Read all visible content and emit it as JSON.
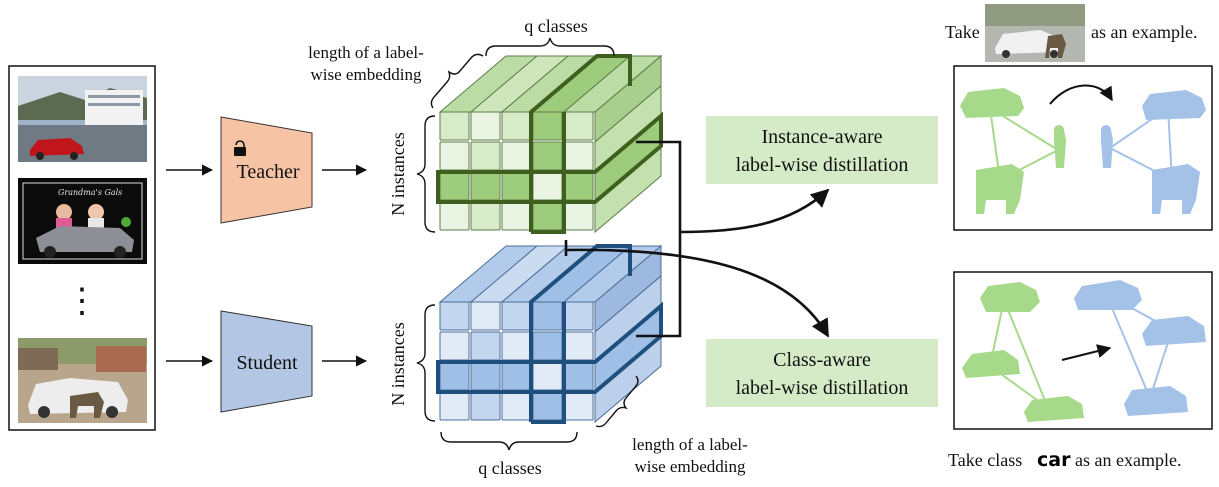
{
  "teacher_label": "Teacher",
  "student_label": "Student",
  "q_classes_top": "q classes",
  "q_classes_bottom": "q classes",
  "n_instances_top": "N instances",
  "n_instances_bottom": "N instances",
  "embed_top_line1": "length of a label-",
  "embed_top_line2": "wise embedding",
  "embed_bottom_line1": "length of a label-",
  "embed_bottom_line2": "wise embedding",
  "instance_box_line1": "Instance-aware",
  "instance_box_line2": "label-wise distillation",
  "class_box_line1": "Class-aware",
  "class_box_line2": "label-wise distillation",
  "top_example_prefix": "Take",
  "top_example_suffix": "as an example.",
  "bottom_example_prefix": "Take class",
  "bottom_example_class": "car",
  "bottom_example_suffix": "as an example.",
  "ellipsis": "⋮",
  "icons": [
    "lock-icon"
  ],
  "colors": {
    "teacher_fill": "#f6c3a5",
    "student_fill": "#b3c6e3",
    "green_accent": "#3f5f1e",
    "blue_accent": "#1f4f7c",
    "distill_box": "#d5ebc7",
    "silhouette_green": "#a6d98a",
    "silhouette_blue": "#a4c2e8"
  }
}
